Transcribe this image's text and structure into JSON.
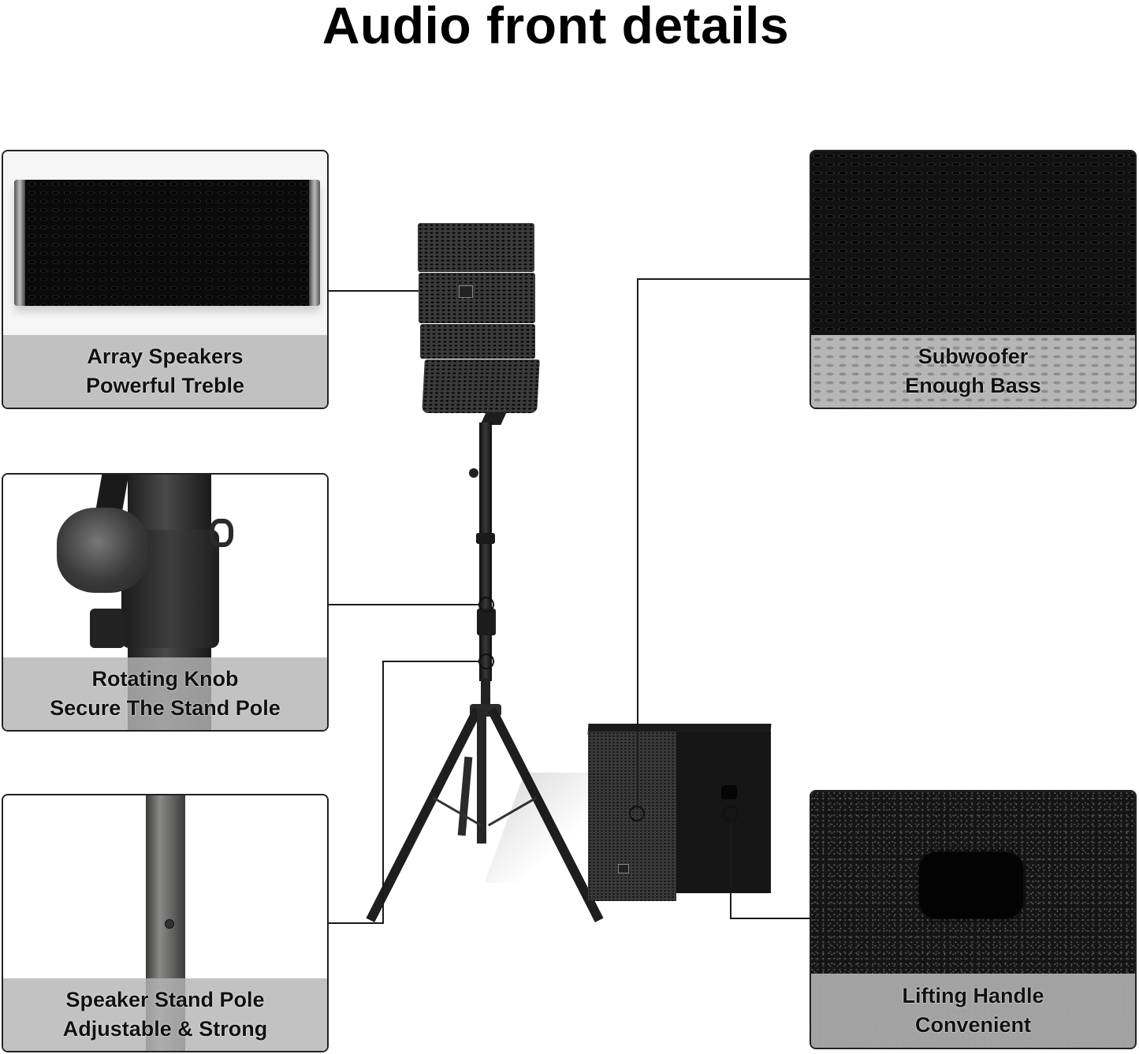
{
  "title": "Audio front details",
  "panels": {
    "array_speakers": {
      "line1": "Array Speakers",
      "line2": "Powerful Treble",
      "image": "array-speaker-grille"
    },
    "rotating_knob": {
      "line1": "Rotating Knob",
      "line2": "Secure The Stand Pole",
      "image": "stand-knob-closeup"
    },
    "stand_pole": {
      "line1": "Speaker Stand Pole",
      "line2": "Adjustable & Strong",
      "image": "stand-pole-closeup"
    },
    "subwoofer": {
      "line1": "Subwoofer",
      "line2": "Enough Bass",
      "image": "subwoofer-grille"
    },
    "lifting_handle": {
      "line1": "Lifting Handle",
      "line2": "Convenient",
      "image": "handle-cutout"
    }
  },
  "product": {
    "main_image": "line-array-speaker-on-tripod-stand-with-subwoofer"
  },
  "colors": {
    "caption_band": "#b4b4b4",
    "panel_border": "#222222",
    "product_black": "#111111"
  }
}
